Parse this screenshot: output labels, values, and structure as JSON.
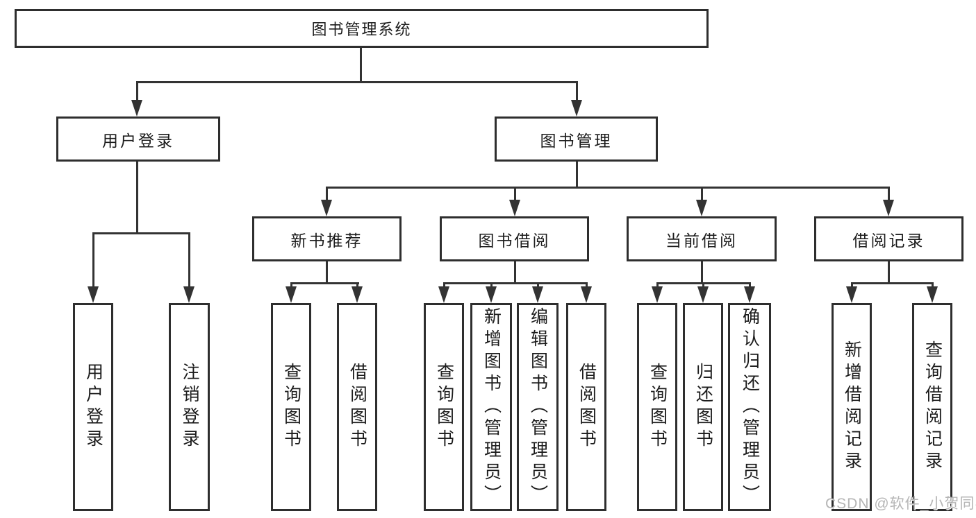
{
  "tree": {
    "root": {
      "label": "图书管理系统"
    },
    "branches": [
      {
        "label": "用户登录",
        "children": [
          {
            "label": "用户登录"
          },
          {
            "label": "注销登录"
          }
        ]
      },
      {
        "label": "图书管理",
        "sections": [
          {
            "label": "新书推荐",
            "children": [
              {
                "label": "查询图书"
              },
              {
                "label": "借阅图书"
              }
            ]
          },
          {
            "label": "图书借阅",
            "children": [
              {
                "label": "查询图书"
              },
              {
                "label": "新增图书（管理员）"
              },
              {
                "label": "编辑图书（管理员）"
              },
              {
                "label": "借阅图书"
              }
            ]
          },
          {
            "label": "当前借阅",
            "children": [
              {
                "label": "查询图书"
              },
              {
                "label": "归还图书"
              },
              {
                "label": "确认归还（管理员）"
              }
            ]
          },
          {
            "label": "借阅记录",
            "children": [
              {
                "label": "新增借阅记录"
              },
              {
                "label": "查询借阅记录"
              }
            ]
          }
        ]
      }
    ]
  },
  "watermark": {
    "text": "CSDN @软件_小贺同学"
  },
  "colors": {
    "line": "#333333",
    "border": "#2e2e2e",
    "text": "#1c1c1c",
    "background": "#ffffff",
    "watermark": "#b5b5b5"
  }
}
